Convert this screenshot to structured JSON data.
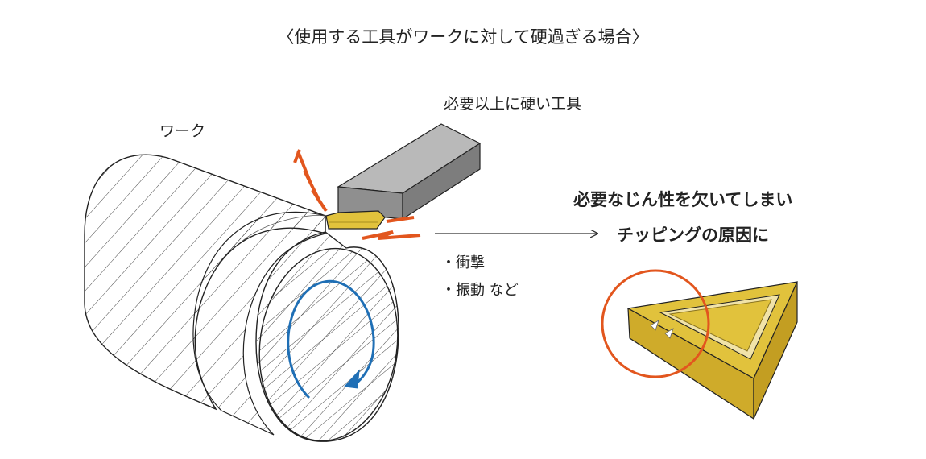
{
  "title": "〈使用する工具がワークに対して硬過ぎる場合〉",
  "labels": {
    "tool": "必要以上に硬い工具",
    "work": "ワーク"
  },
  "result": {
    "line1": "必要なじん性を欠いてしまい",
    "line2": "チッピングの原因に"
  },
  "causes": [
    "・衝撃",
    "・振動 など"
  ],
  "colors": {
    "impact": "#e2561e",
    "rotation": "#1f6fb5",
    "insert": "#e1c23c",
    "insert_highlight": "#f1e3a8",
    "tool_body": "#9a9a9a"
  }
}
